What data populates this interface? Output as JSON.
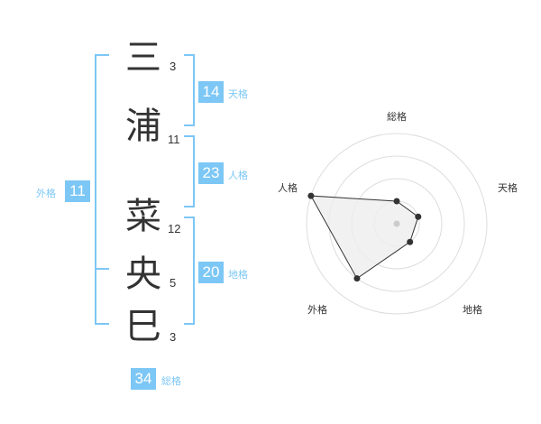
{
  "name": {
    "chars": [
      {
        "char": "三",
        "strokes": "3"
      },
      {
        "char": "浦",
        "strokes": "11"
      },
      {
        "char": "菜",
        "strokes": "12"
      },
      {
        "char": "央",
        "strokes": "5"
      },
      {
        "char": "巳",
        "strokes": "3"
      }
    ]
  },
  "fortune": {
    "tenkaku": {
      "value": "14",
      "label": "天格"
    },
    "jinkaku": {
      "value": "23",
      "label": "人格"
    },
    "chikaku": {
      "value": "20",
      "label": "地格"
    },
    "gaikaku": {
      "value": "11",
      "label": "外格"
    },
    "soukaku": {
      "value": "34",
      "label": "総格"
    }
  },
  "colors": {
    "accent": "#7cc7f5",
    "text": "#333333",
    "grid": "#dddddd",
    "fill": "#eeeeee"
  },
  "chart_data": {
    "type": "radar",
    "axes": [
      "総格",
      "天格",
      "地格",
      "外格",
      "人格"
    ],
    "values": [
      1,
      1,
      1,
      3,
      4
    ],
    "rmax": 4,
    "rings": 4
  }
}
